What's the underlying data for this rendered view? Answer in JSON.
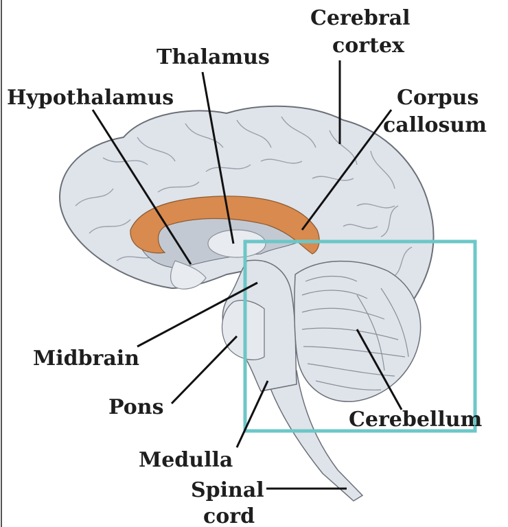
{
  "labels": {
    "cerebral_cortex": [
      "Cerebral",
      "cortex"
    ],
    "thalamus": "Thalamus",
    "hypothalamus": "Hypothalamus",
    "corpus_callosum": [
      "Corpus",
      "callosum"
    ],
    "midbrain": "Midbrain",
    "pons": "Pons",
    "medulla": "Medulla",
    "cerebellum": "Cerebellum",
    "spinal_cord": [
      "Spinal",
      "cord"
    ]
  },
  "colors": {
    "brain_fill": "#dfe3ea",
    "brain_shade": "#c3c9d3",
    "brain_outline": "#6b6f78",
    "corpus_callosum": "#d98a4e",
    "highlight_box": "#6cc7c7",
    "leader_line": "#111111",
    "text": "#1e1e1e"
  }
}
